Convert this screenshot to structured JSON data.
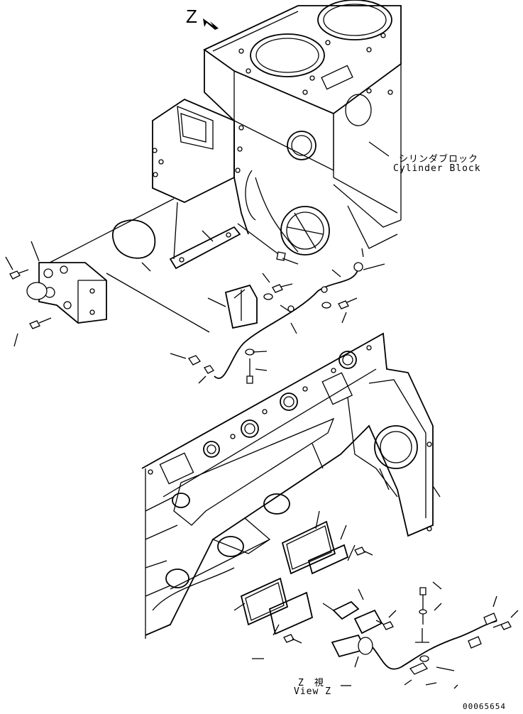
{
  "view_marker": "Z",
  "labels": {
    "cylinder_block_jp": "シリンダブロック",
    "cylinder_block_en": "Cylinder Block",
    "view_jp": "Z　視",
    "view_en": "View Z"
  },
  "figure_number": "00065654",
  "colors": {
    "line": "#000000",
    "background": "#ffffff"
  },
  "icons": {
    "view_arrow": "view-direction-arrow-icon"
  }
}
